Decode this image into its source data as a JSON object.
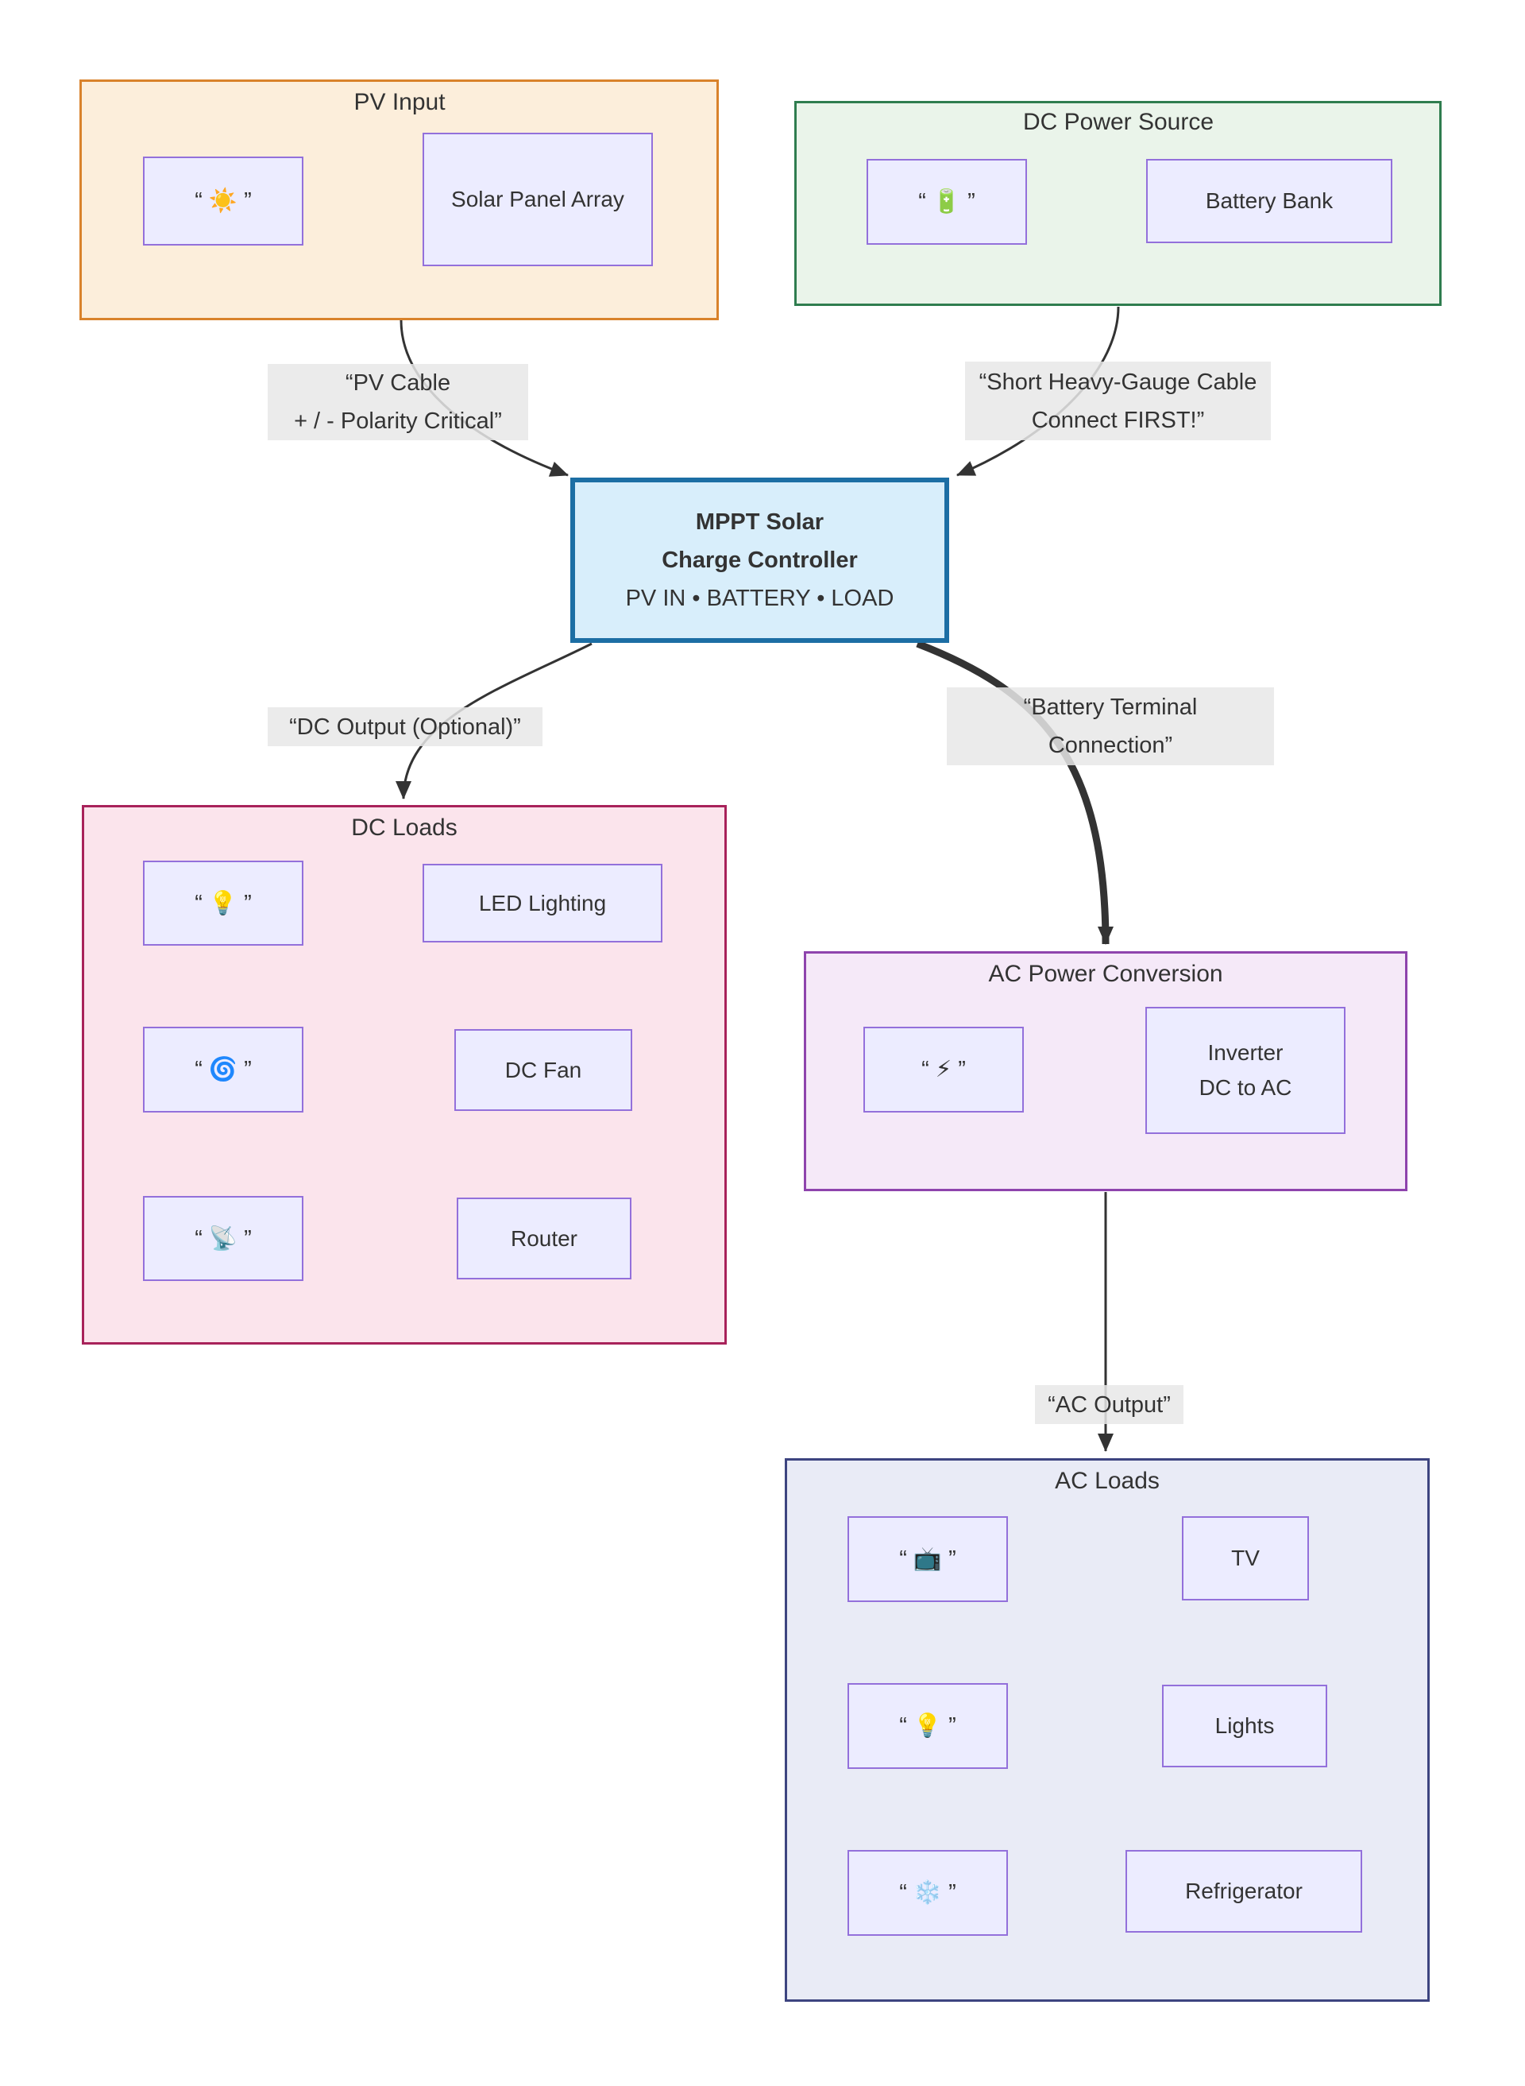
{
  "diagram_type": "flowchart",
  "colors": {
    "pv_input_fill": "#FCEEDB",
    "pv_input_border": "#D9822B",
    "dc_power_source_fill": "#EAF4EA",
    "dc_power_source_border": "#2F7D4F",
    "dc_loads_fill": "#FBE4EC",
    "dc_loads_border": "#A8225A",
    "ac_power_conversion_fill": "#F5E9F8",
    "ac_power_conversion_border": "#8E44AD",
    "ac_loads_fill": "#E9EBF6",
    "ac_loads_border": "#3D4480",
    "node_fill": "#ECECFF",
    "node_border": "#9370DB",
    "controller_fill": "#D8EEFB",
    "controller_border": "#1C6EA4",
    "edge_color": "#333333",
    "edge_label_bg": "#E8E8E8",
    "text_color": "#333333"
  },
  "containers": {
    "pv_input": {
      "title": "PV Input",
      "source": "“ ☀️ ”",
      "target": "Solar Panel Array"
    },
    "dc_power_source": {
      "title": "DC Power Source",
      "source": "“ 🔋 ”",
      "target": "Battery Bank"
    },
    "dc_loads": {
      "title": "DC Loads",
      "rows": [
        {
          "source": "“ 💡 ”",
          "target": "LED Lighting"
        },
        {
          "source": "“ 🌀 ”",
          "target": "DC Fan"
        },
        {
          "source": "“ 📡 ”",
          "target": "Router"
        }
      ]
    },
    "ac_power_conversion": {
      "title": "AC Power Conversion",
      "source": "“ ⚡ ”",
      "target_lines": [
        "Inverter",
        "DC to AC"
      ]
    },
    "ac_loads": {
      "title": "AC Loads",
      "rows": [
        {
          "source": "“ 📺 ”",
          "target": "TV"
        },
        {
          "source": "“ 💡 ”",
          "target": "Lights"
        },
        {
          "source": "“ ❄️ ”",
          "target": "Refrigerator"
        }
      ]
    }
  },
  "controller": {
    "title_lines": [
      "MPPT Solar",
      "Charge Controller"
    ],
    "subtitle": "PV IN • BATTERY • LOAD"
  },
  "edge_labels": {
    "pv_cable": [
      "“PV Cable",
      "+ / - Polarity Critical”"
    ],
    "battery_cable": [
      "“Short Heavy-Gauge Cable",
      "Connect FIRST!”"
    ],
    "dc_output": [
      "“DC Output (Optional)”"
    ],
    "battery_terminal": [
      "“Battery Terminal",
      "Connection”"
    ],
    "ac_output": [
      "“AC Output”"
    ]
  },
  "icons": {
    "sun-icon": "☀️",
    "battery-icon": "🔋",
    "bulb-icon": "💡",
    "cyclone-icon": "🌀",
    "satellite-icon": "📡",
    "bolt-icon": "⚡",
    "tv-icon": "📺",
    "snowflake-icon": "❄️"
  }
}
